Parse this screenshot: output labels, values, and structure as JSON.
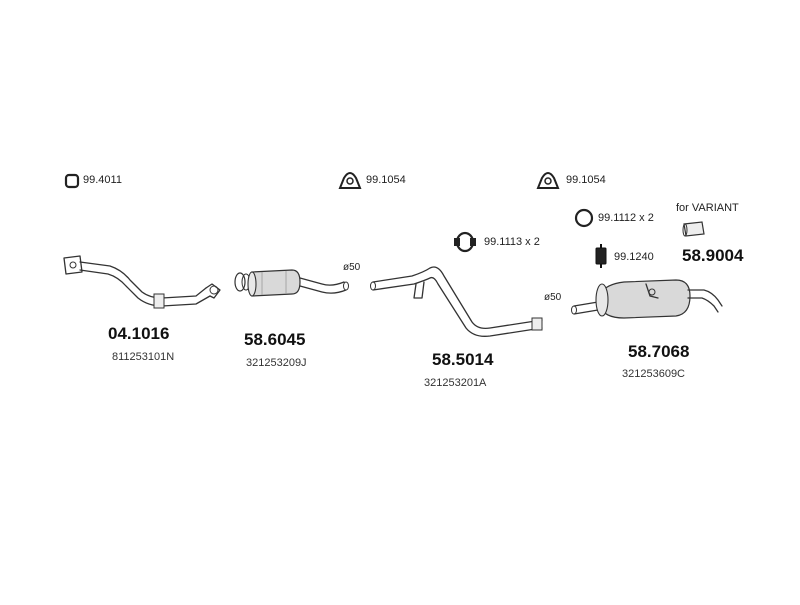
{
  "accessories": {
    "ring_clamp": "99.4011",
    "hanger_1": "99.1054",
    "hanger_2": "99.1054",
    "bracket_x2": "99.1113 x 2",
    "oring_x2": "99.1112 x 2",
    "rubber_mount": "99.1240"
  },
  "notes": {
    "variant": "for VARIANT"
  },
  "parts": {
    "front_pipe": {
      "number": "04.1016",
      "oem": "811253101N"
    },
    "front_muffler": {
      "number": "58.6045",
      "oem": "321253209J",
      "diameter": "ø50"
    },
    "middle_pipe": {
      "number": "58.5014",
      "oem": "321253201A",
      "diameter": "ø50"
    },
    "rear_muffler": {
      "number": "58.7068",
      "oem": "321253609C"
    },
    "tail_pipe": {
      "number": "58.9004"
    }
  },
  "colors": {
    "line": "#333333",
    "fill": "#d9d9d9"
  }
}
